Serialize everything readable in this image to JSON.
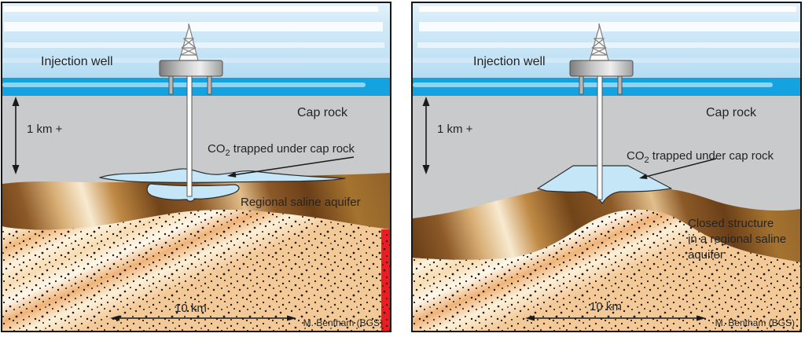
{
  "labels": {
    "injection_well": "Injection well",
    "cap_rock": "Cap rock",
    "depth": "1 km +",
    "co2_prefix": "CO",
    "co2_sub": "2",
    "co2_suffix": "trapped under cap rock",
    "scale": "10 km",
    "credit": "M. Bentham (BGS)"
  },
  "panels": [
    {
      "id": "regional-saline-aquifer",
      "aquifer_label": "Regional saline aquifer"
    },
    {
      "id": "closed-structure",
      "aquifer_label_lines": [
        "Closed structure",
        "in a regional saline",
        "aquifer"
      ]
    }
  ],
  "colors": {
    "sea": "#14a3e0",
    "sea_stripe": "#8fd5f3",
    "sky": "#cfe9f7",
    "cap_rock_gray": "#c9cacc",
    "co2_plume_blue": "#c5e6f7",
    "aquifer_brown": "#8c5a28",
    "sand_cream": "#fdf2dc",
    "marker_red": "#ec1c24",
    "text": "#242424"
  }
}
